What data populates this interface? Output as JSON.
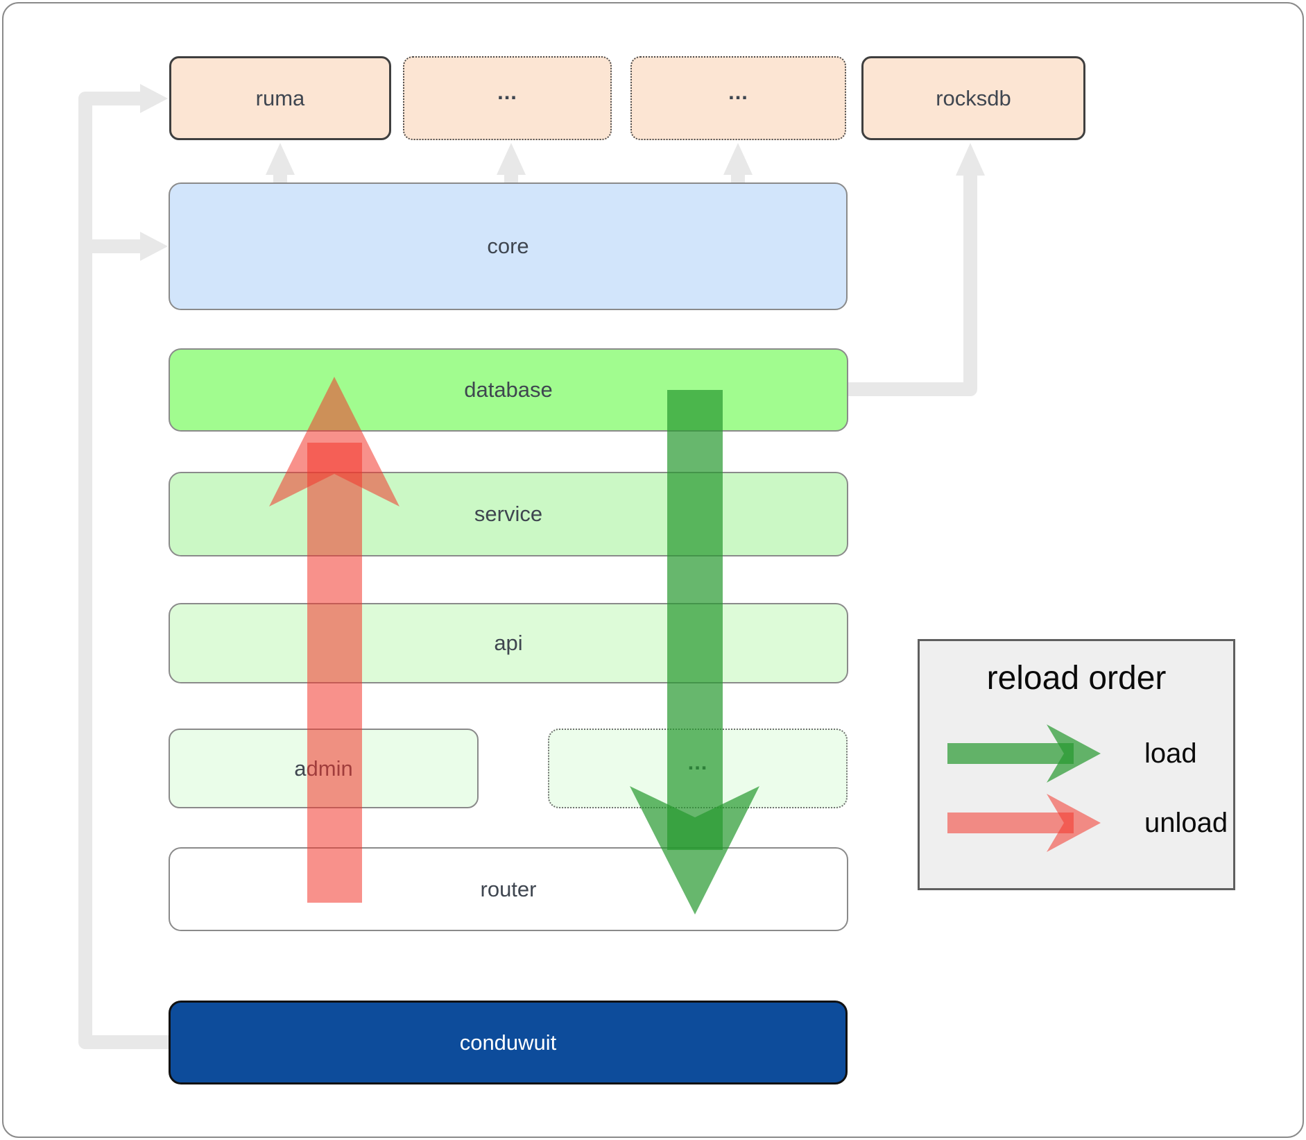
{
  "diagram": {
    "external_crates": [
      {
        "label": "ruma",
        "border": "solid"
      },
      {
        "label": "...",
        "border": "dotted"
      },
      {
        "label": "...",
        "border": "dotted"
      },
      {
        "label": "rocksdb",
        "border": "solid"
      }
    ],
    "layers": {
      "core": "core",
      "database": "database",
      "service": "service",
      "api": "api",
      "admin": "admin",
      "admin_more": "...",
      "router": "router",
      "app": "conduwuit"
    },
    "legend": {
      "title": "reload order",
      "items": [
        {
          "label": "load",
          "color": "#27992f"
        },
        {
          "label": "unload",
          "color": "#f3362b"
        }
      ]
    },
    "colors": {
      "load_green": "#27992f",
      "unload_red": "#f3362b",
      "crate_peach": "#fce5d3",
      "core_blue": "#d2e5fb",
      "database_green": "#a1fc8f",
      "service_green": "#cbf8c5",
      "api_green": "#ddfbd8",
      "admin_green": "#eafde9",
      "router_white": "#ffffff",
      "app_blue": "#0d4c9b",
      "connector_gray": "#e8e8e8",
      "legend_bg": "#efefef",
      "label_text": "#3f4650"
    }
  }
}
